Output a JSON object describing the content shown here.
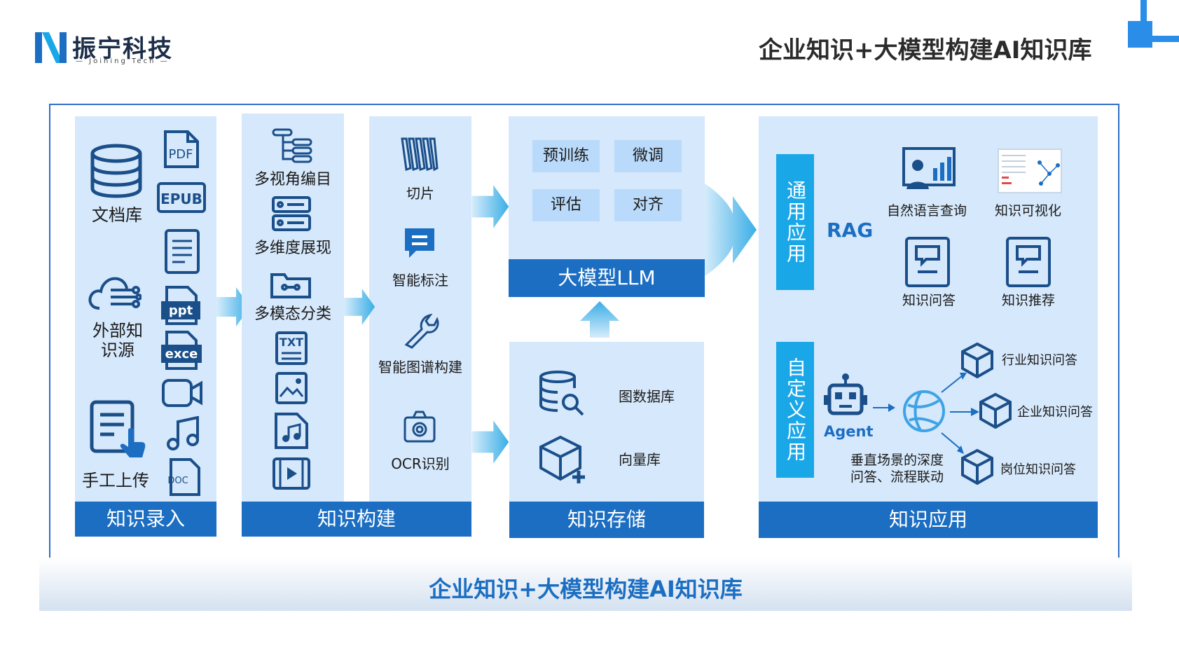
{
  "header": {
    "logo_name": "振宁科技",
    "logo_sub": "— Joining Tech —",
    "title": "企业知识+大模型构建AI知识库"
  },
  "colors": {
    "accent": "#1b6ec2",
    "panel": "#d6e8fb",
    "tile": "#b9dafa",
    "bar": "#1aa7e8"
  },
  "input": {
    "label": "知识录入",
    "items": [
      "文档库",
      "外部知识源",
      "手工上传"
    ],
    "file_icons": [
      "PDF",
      "EPUB",
      "ppt",
      "exce",
      "DOC"
    ]
  },
  "build": {
    "label": "知识构建",
    "left_items": [
      "多视角编目",
      "多维度展现",
      "多模态分类"
    ],
    "txt_icon": "TXT",
    "right_items": [
      "切片",
      "智能标注",
      "智能图谱构建",
      "OCR识别"
    ]
  },
  "llm": {
    "label": "大模型LLM",
    "tiles": [
      "预训练",
      "微调",
      "评估",
      "对齐"
    ]
  },
  "storage": {
    "label": "知识存储",
    "items": [
      "图数据库",
      "向量库"
    ]
  },
  "app": {
    "label": "知识应用",
    "general": "通用应用",
    "custom": "自定义应用",
    "rag": "RAG",
    "rag_items": [
      "自然语言查询",
      "知识可视化",
      "知识问答",
      "知识推荐"
    ],
    "agent": "Agent",
    "agent_desc_1": "垂直场景的深度",
    "agent_desc_2": "问答、流程联动",
    "agent_items": [
      "行业知识问答",
      "企业知识问答",
      "岗位知识问答"
    ]
  },
  "footer": {
    "title": "企业知识+大模型构建AI知识库"
  }
}
